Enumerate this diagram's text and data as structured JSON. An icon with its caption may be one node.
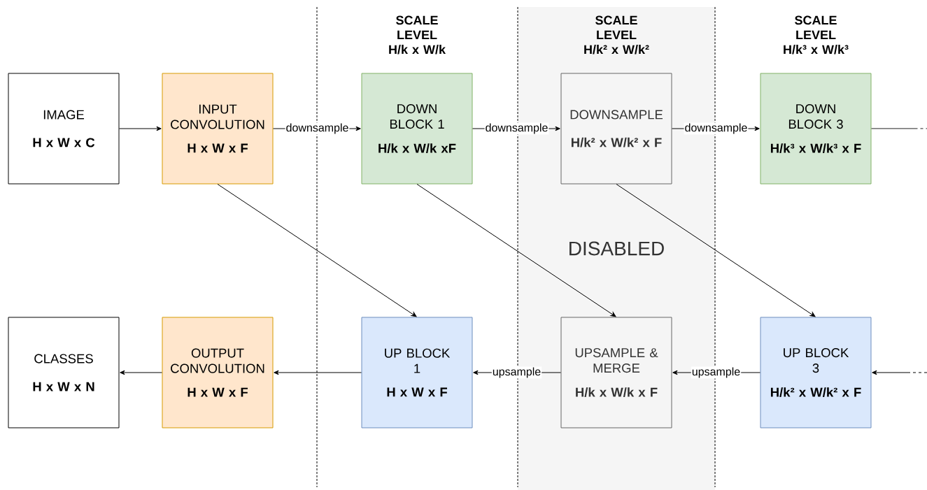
{
  "diagram": {
    "nodes": [
      {
        "text": [
          "DISABLED"
        ]
      },
      {
        "text": [
          "IMAGE",
          "H x W x C"
        ]
      },
      {
        "text": [
          "INPUT CONVOLUTION",
          "H x W x F"
        ]
      },
      {
        "text": [
          "DOWN BLOCK 1",
          "H/k x W/k xF"
        ]
      },
      {
        "text": [
          "DOWNSAMPLE",
          "H/k² x W/k² x F"
        ],
        "in": 0
      },
      {
        "text": [
          "DOWN BLOCK 3",
          "H/k³ x W/k³ x F"
        ]
      },
      {
        "text": [
          "CLASSES",
          "H x W x N"
        ]
      },
      {
        "text": [
          "OUTPUT CONVOLUTION",
          "H x W x F"
        ]
      },
      {
        "text": [
          "UP BLOCK 1",
          "H x W x F"
        ]
      },
      {
        "text": [
          "UPSAMPLE & MERGE",
          "H/k x W/k x F"
        ],
        "in": 0
      },
      {
        "text": [
          "UP BLOCK 3",
          "H/k² x W/k² x F"
        ]
      }
    ],
    "edges": [
      {
        "from": 1,
        "to": 2,
        "arrow": "to"
      },
      {
        "from": 2,
        "to": 3,
        "arrow": "to",
        "label": "downsample"
      },
      {
        "from": 3,
        "to": 4,
        "arrow": "to",
        "label": "downsample"
      },
      {
        "from": 4,
        "to": 5,
        "arrow": "to",
        "label": "downsample"
      },
      {
        "from": 5,
        "to": null,
        "arrow": "none",
        "style": "dashed"
      },
      {
        "from": null,
        "to": 10,
        "arrow": "to",
        "style": "dashed"
      },
      {
        "from": 10,
        "to": 9,
        "arrow": "to",
        "label": "upsample"
      },
      {
        "from": 9,
        "to": 8,
        "arrow": "to",
        "label": "upsample"
      },
      {
        "from": 8,
        "to": 7,
        "arrow": "to"
      },
      {
        "from": 7,
        "to": 6,
        "arrow": "to"
      },
      {
        "from": 2,
        "to": 8,
        "arrow": "to"
      },
      {
        "from": 3,
        "to": 9,
        "arrow": "to"
      },
      {
        "from": 4,
        "to": 10,
        "arrow": "to"
      }
    ],
    "labels": [
      "SCALE LEVEL H/k x W/k",
      "SCALE LEVEL H/k² x W/k²",
      "SCALE LEVEL H/k³ x W/k³"
    ]
  }
}
